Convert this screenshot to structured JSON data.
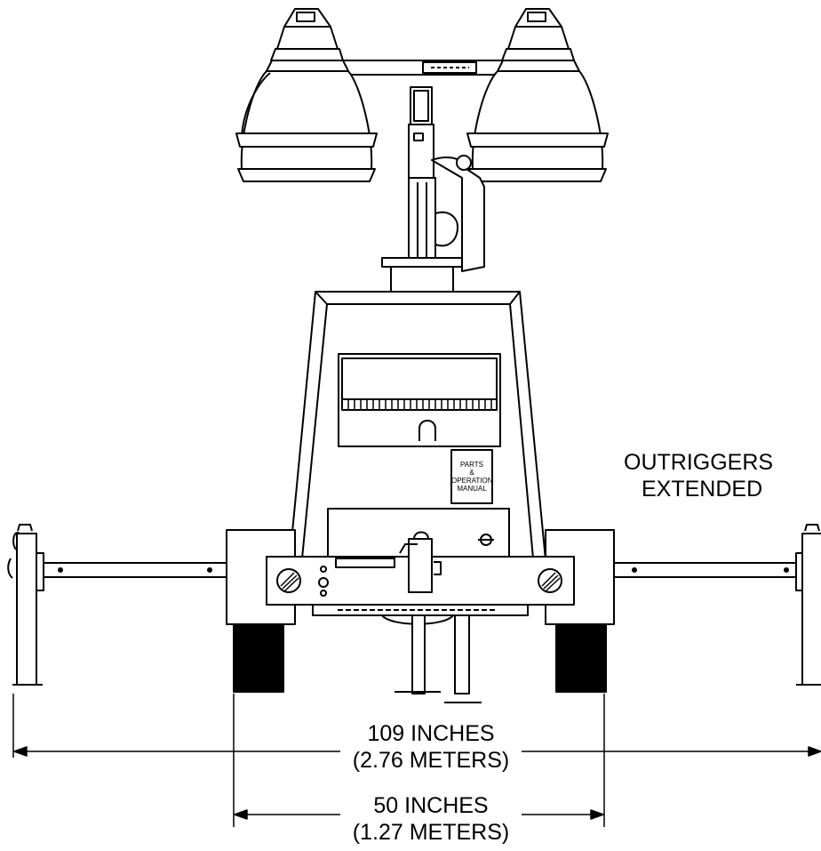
{
  "labels": {
    "outriggers_line1": "OUTRIGGERS",
    "outriggers_line2": "EXTENDED",
    "manual_line1": "PARTS",
    "manual_line2": "&",
    "manual_line3": "OPERATION",
    "manual_line4": "MANUAL"
  },
  "dimensions": {
    "outer_line1": "109 INCHES",
    "outer_line2": "(2.76 METERS)",
    "inner_line1": "50 INCHES",
    "inner_line2": "(1.27 METERS)"
  },
  "colors": {
    "line": "#000000",
    "background": "#ffffff",
    "tire": "#000000"
  }
}
